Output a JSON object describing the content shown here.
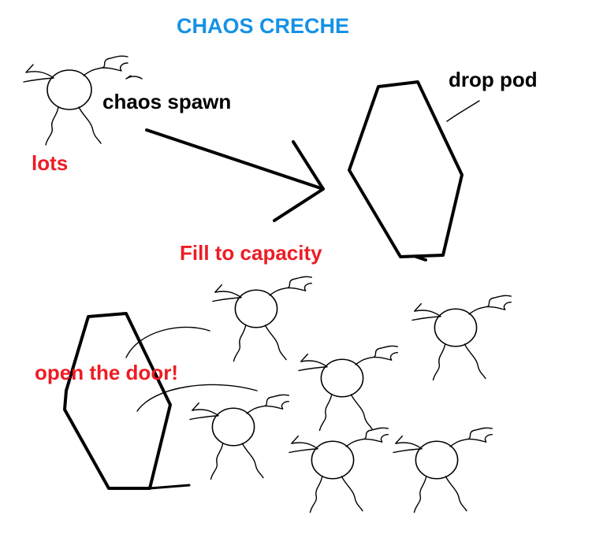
{
  "title": "CHAOS CRECHE",
  "labels": {
    "spawn": "chaos spawn",
    "lots": "lots",
    "pod": "drop pod",
    "fill": "Fill to capacity",
    "door": "open the door!"
  },
  "colors": {
    "title": "#1592e6",
    "accent": "#ed1c24",
    "ink": "#000000",
    "background": "#ffffff"
  }
}
